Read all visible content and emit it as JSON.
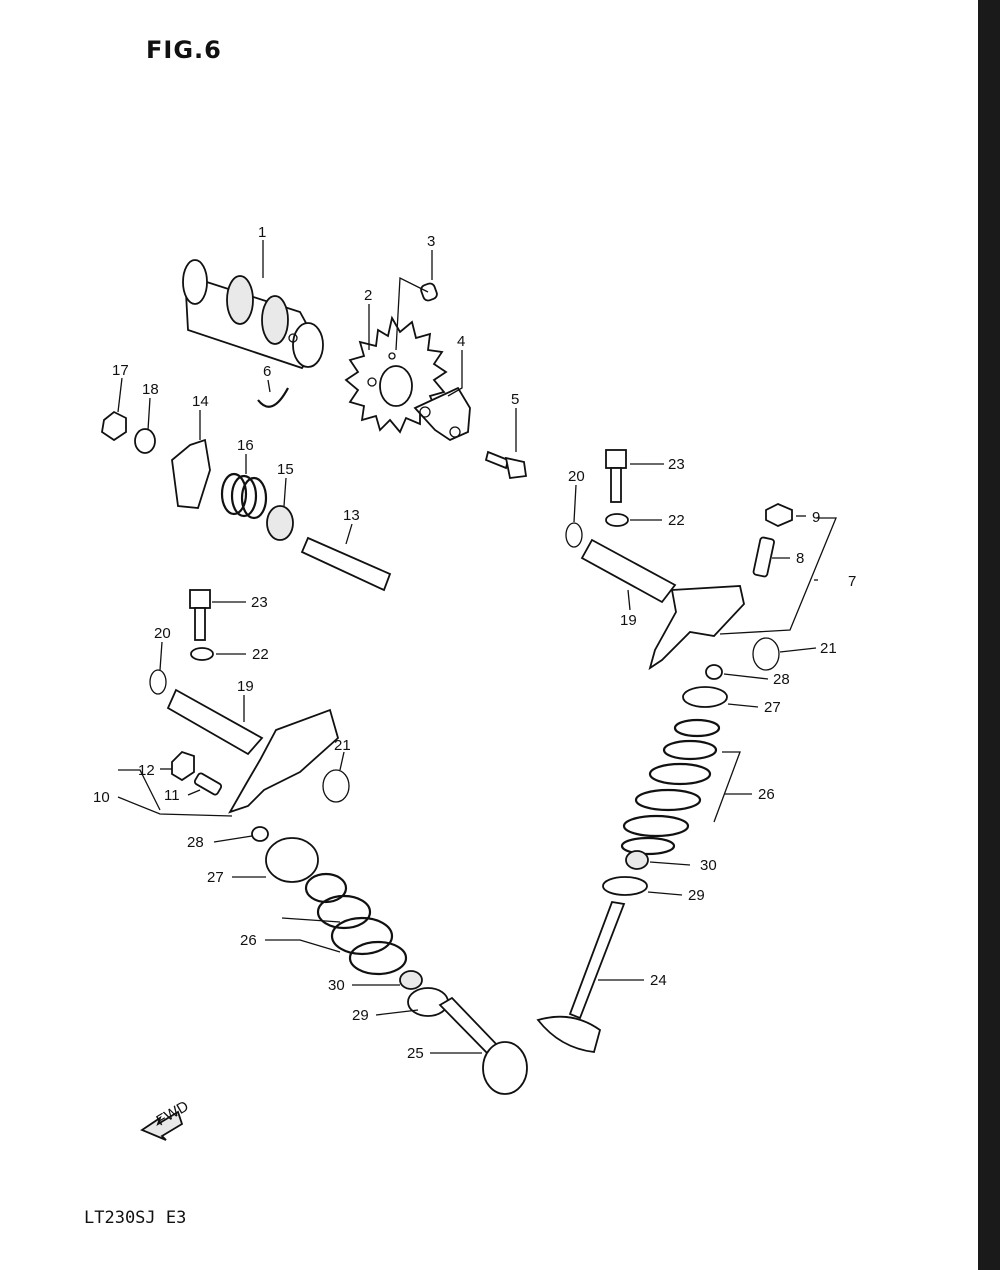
{
  "figure": {
    "title": "FIG.6",
    "model_code": "LT230SJ  E3",
    "fwd_label": "FWD"
  },
  "callouts": {
    "c1": "1",
    "c2": "2",
    "c3": "3",
    "c4": "4",
    "c5": "5",
    "c6": "6",
    "c7": "7",
    "c8": "8",
    "c9": "9",
    "c10": "10",
    "c11": "11",
    "c12": "12",
    "c13": "13",
    "c14": "14",
    "c15": "15",
    "c16": "16",
    "c17": "17",
    "c18": "18",
    "c19a": "19",
    "c19b": "19",
    "c20a": "20",
    "c20b": "20",
    "c21a": "21",
    "c21b": "21",
    "c22a": "22",
    "c22b": "22",
    "c23a": "23",
    "c23b": "23",
    "c24": "24",
    "c25": "25",
    "c26a": "26",
    "c26b": "26",
    "c27a": "27",
    "c27b": "27",
    "c28a": "28",
    "c28b": "28",
    "c29a": "29",
    "c29b": "29",
    "c30a": "30",
    "c30b": "30"
  }
}
